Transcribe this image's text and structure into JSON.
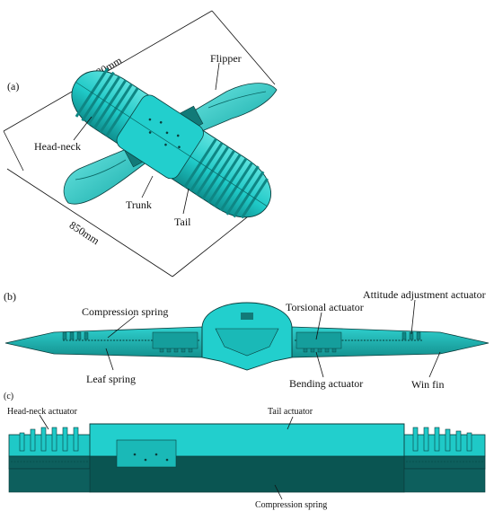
{
  "panel_a": {
    "tag": "(a)",
    "dim_length": "1180mm",
    "dim_width": "850mm",
    "labels": {
      "flipper": "Flipper",
      "head_neck": "Head-neck",
      "trunk": "Trunk",
      "tail": "Tail"
    }
  },
  "panel_b": {
    "tag": "(b)",
    "labels": {
      "compression_spring": "Compression spring",
      "torsional_actuator": "Torsional actuator",
      "attitude_actuator": "Attitude adjustment actuator",
      "leaf_spring": "Leaf spring",
      "bending_actuator": "Bending actuator",
      "win_fin": "Win fin"
    }
  },
  "panel_c": {
    "tag": "(c)",
    "labels": {
      "head_neck_actuator": "Head-neck actuator",
      "tail_actuator": "Tail actuator",
      "compression_spring": "Compression spring"
    }
  },
  "colors": {
    "body": "#1fc9c7",
    "body_dark": "#0f8f8e",
    "body_light": "#5fe3df",
    "deep": "#0a5552",
    "outline": "#0b3d3c",
    "text": "#111111"
  }
}
